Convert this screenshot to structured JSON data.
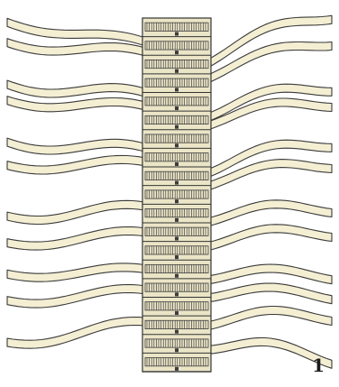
{
  "figure": {
    "number_label": "1",
    "description_kind": "technical illustration of a central ladder-like column with wavy strips extending on both sides"
  },
  "colors": {
    "background": "#ffffff",
    "strip_fill": "#f4eed3",
    "strip_stroke": "#3a3a3a",
    "column_fill": "#ebe5c7",
    "column_stroke": "#333333",
    "detail_stroke": "#3d3d3d"
  },
  "elements": {
    "central_column": {
      "segment_count": 19
    },
    "strips": {
      "pairs": 12
    }
  }
}
